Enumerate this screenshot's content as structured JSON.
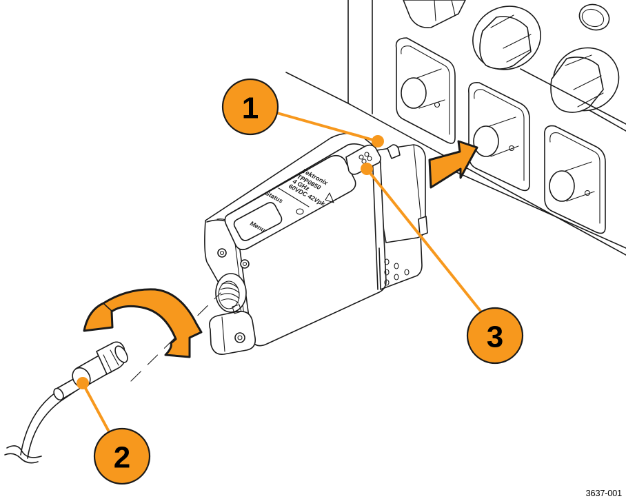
{
  "figure": {
    "figure_id": "3637-001",
    "accent_color": "#f7981d",
    "description": "Connecting a Tektronix probe to an oscilloscope BNC input and attaching the probe cable"
  },
  "probe_label": {
    "brand": "Tektronix",
    "model": "TPP0850",
    "bandwidth": "4 GHz",
    "rating": "60VDC 42Vpk",
    "status_label": "Status",
    "menu_button": "Menu",
    "warning_icon": "warning-triangle-icon"
  },
  "callouts": [
    {
      "number": "1",
      "target": "probe latch / top of probe"
    },
    {
      "number": "2",
      "target": "probe cable connector"
    },
    {
      "number": "3",
      "target": "probe release button"
    }
  ],
  "arrows": [
    {
      "name": "insert-arrow",
      "meaning": "push probe into oscilloscope input"
    },
    {
      "name": "rotate-arrow",
      "meaning": "turn cable connector clockwise to tighten"
    }
  ]
}
